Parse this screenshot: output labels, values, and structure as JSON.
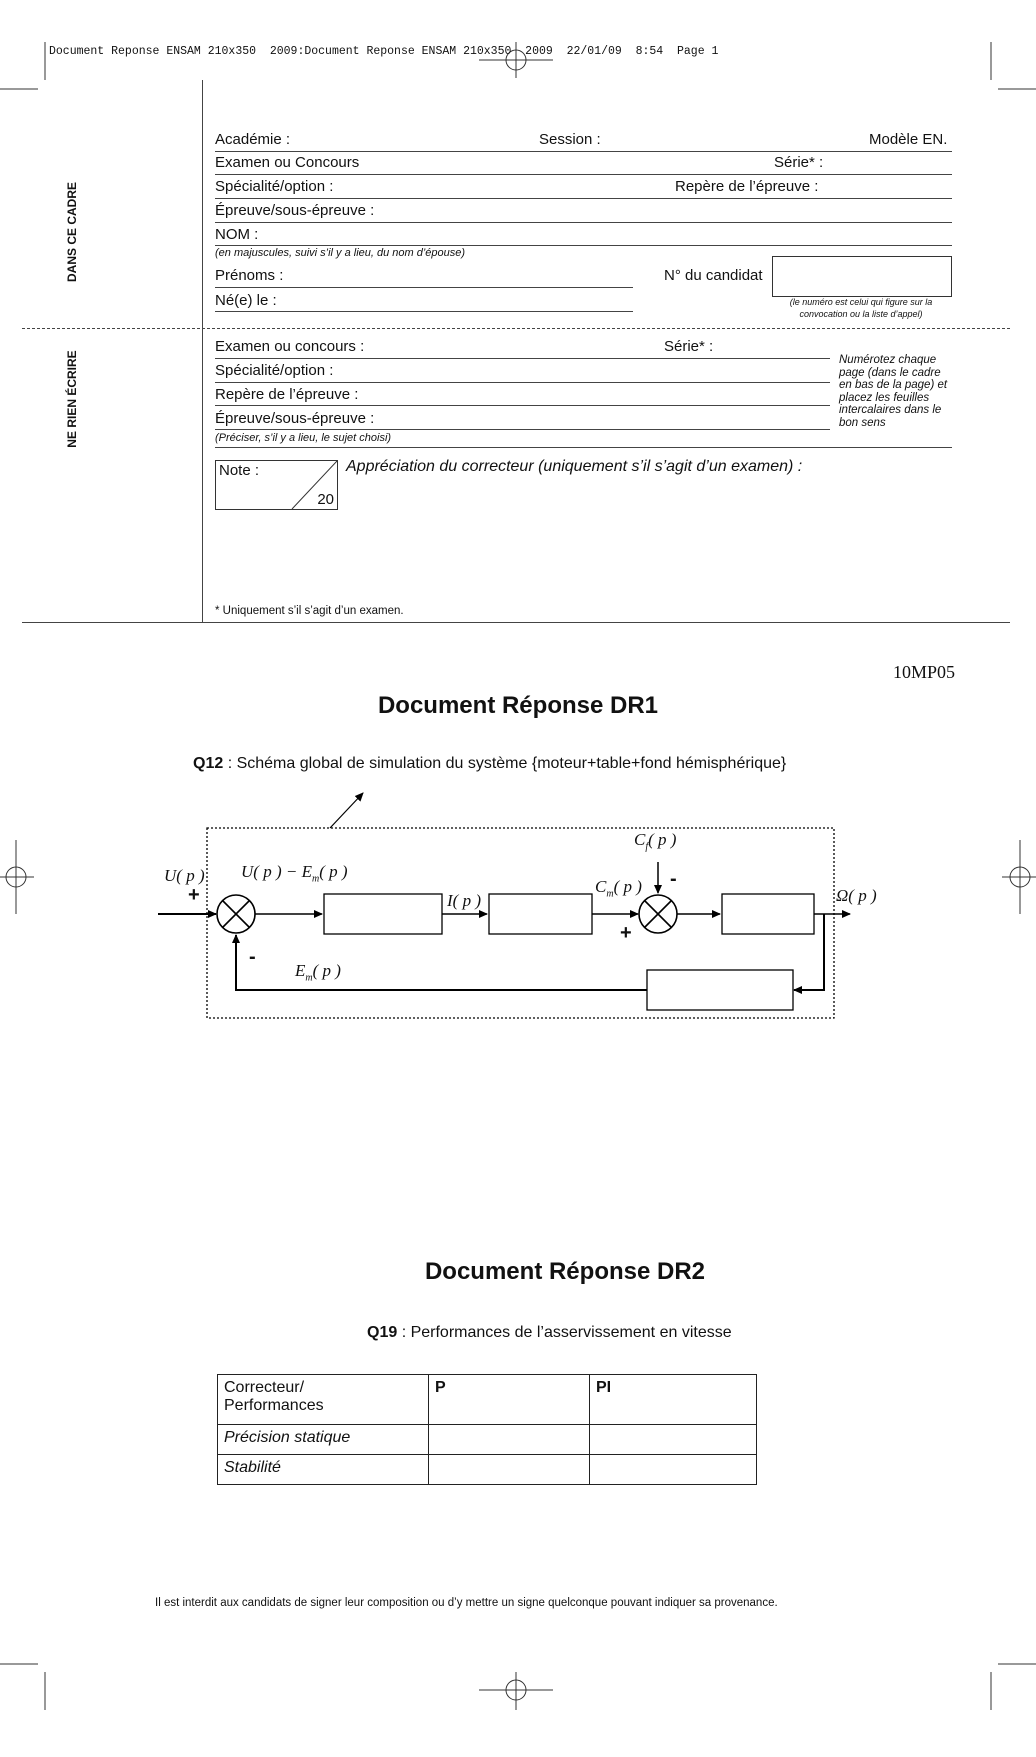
{
  "header_line": "Document Reponse ENSAM 210x350  2009:Document Reponse ENSAM 210x350  2009  22/01/09  8:54  Page 1",
  "side_labels": {
    "top": "DANS CE CADRE",
    "bottom": "NE RIEN ÉCRIRE"
  },
  "form_top": {
    "academie": "Académie :",
    "session": "Session :",
    "modele": "Modèle EN.",
    "examen": "Examen ou Concours",
    "serie": "Série* :",
    "specialite": "Spécialité/option :",
    "repere": "Repère de l’épreuve :",
    "epreuve": "Épreuve/sous-épreuve :",
    "nom": "NOM :",
    "nom_note": "(en majuscules, suivi s’il y a lieu, du nom d’épouse)",
    "prenoms": "Prénoms :",
    "candidat": "N° du candidat",
    "candidat_note_1": "(le numéro est celui qui figure sur la",
    "candidat_note_2": "convocation ou la liste d’appel)",
    "ne_le": "Né(e) le :"
  },
  "form_bottom": {
    "examen": "Examen ou concours :",
    "serie": "Série* :",
    "specialite": "Spécialité/option :",
    "repere": "Repère de l’épreuve :",
    "epreuve": "Épreuve/sous-épreuve :",
    "preciser": "(Préciser, s’il y a lieu, le sujet choisi)",
    "numerotez": [
      "Numérotez chaque",
      "page (dans le cadre",
      "en bas de la page) et",
      "placez les feuilles",
      "intercalaires dans le",
      "bon sens"
    ],
    "note_label": "Note :",
    "note_max": "20",
    "appreciation": "Appréciation du correcteur (uniquement s’il s’agit d’un examen) :",
    "footnote": "* Uniquement s’il s’agit d’un examen."
  },
  "code": "10MP05",
  "dr1": {
    "title": "Document Réponse DR1",
    "q_label": "Q12",
    "q_text": " : Schéma global de simulation du système {moteur+table+fond hémisphérique}",
    "diagram": {
      "u": "U( p )",
      "u_minus_em": "U( p ) − E",
      "u_minus_em_sub": "m",
      "u_minus_em_end": "( p )",
      "i": "I( p )",
      "cm": "C",
      "cm_sub": "m",
      "cm_end": "( p )",
      "cf": "C",
      "cf_sub": "f",
      "cf_end": "( p )",
      "em": "E",
      "em_sub": "m",
      "em_end": "( p )",
      "omega": "Ω( p )",
      "plus_1": "+",
      "minus_1": "-",
      "plus_2": "+",
      "minus_2": "-"
    }
  },
  "dr2": {
    "title": "Document Réponse DR2",
    "q_label": "Q19",
    "q_text": " : Performances de l’asservissement en vitesse",
    "table": {
      "header": [
        "Correcteur/\nPerformances",
        "P",
        "PI"
      ],
      "rows": [
        "Précision statique",
        "Stabilité"
      ]
    }
  },
  "footer": "Il est interdit aux candidats de signer leur composition ou d’y mettre un signe quelconque pouvant indiquer sa provenance."
}
